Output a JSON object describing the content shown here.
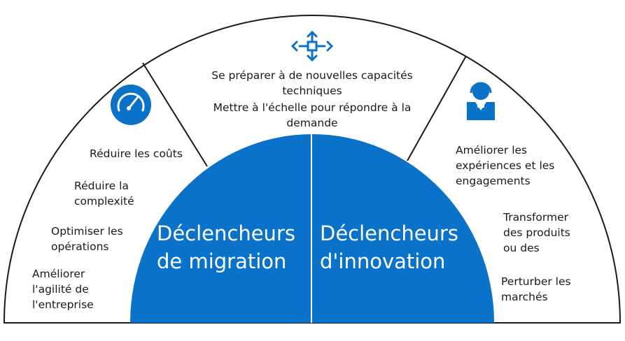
{
  "colors": {
    "accent": "#0a72c9",
    "outline": "#1a1a1a",
    "background": "#ffffff"
  },
  "icons": {
    "left": "speedometer-icon",
    "top": "move-arrows-icon",
    "right": "support-person-icon"
  },
  "center": {
    "migration": {
      "line1": "Déclencheurs",
      "line2": "de migration"
    },
    "innovation": {
      "line1": "Déclencheurs",
      "line2": "d'innovation"
    }
  },
  "left_items": [
    {
      "lines": [
        "Réduire les coûts"
      ]
    },
    {
      "lines": [
        "Réduire la",
        "complexité"
      ]
    },
    {
      "lines": [
        "Optimiser les",
        "opérations"
      ]
    },
    {
      "lines": [
        "Améliorer",
        "l'agilité de",
        "l'entreprise"
      ]
    }
  ],
  "top_items": [
    {
      "lines": [
        "Se préparer à de nouvelles capacités",
        "techniques"
      ]
    },
    {
      "lines": [
        "Mettre à l'échelle pour répondre à la",
        "demande"
      ]
    }
  ],
  "right_items": [
    {
      "lines": [
        "Améliorer les",
        "expériences et les",
        "engagements"
      ]
    },
    {
      "lines": [
        "Transformer",
        "des produits",
        "ou des"
      ]
    },
    {
      "lines": [
        "Perturber les",
        "marchés"
      ]
    }
  ]
}
